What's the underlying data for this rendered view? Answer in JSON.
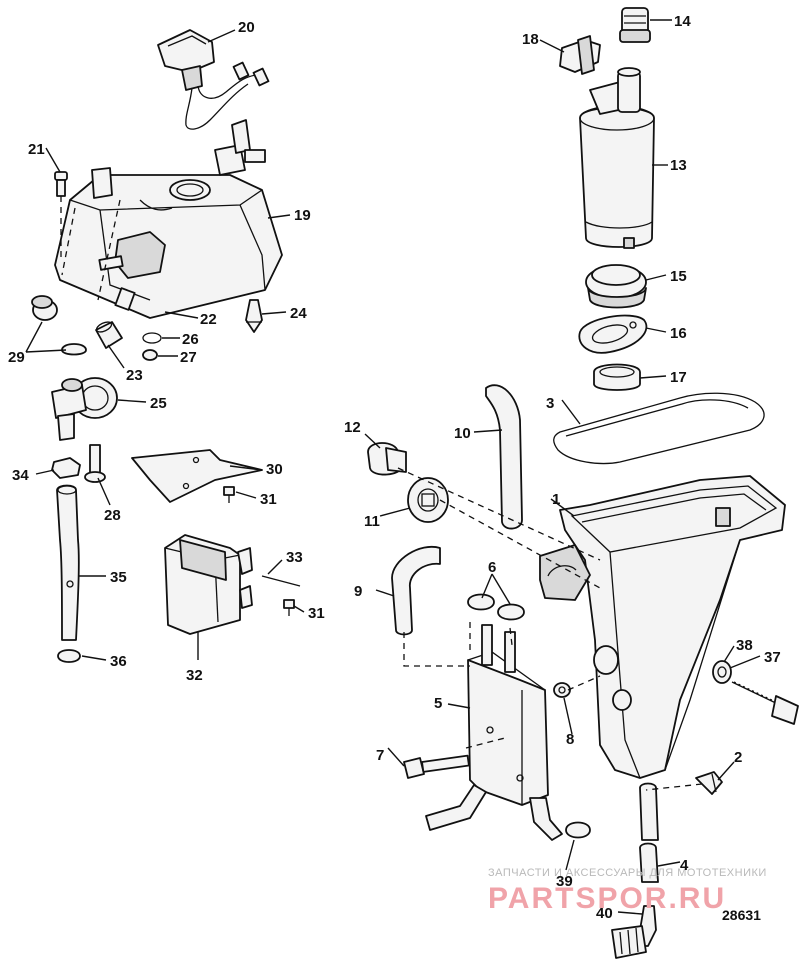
{
  "diagram": {
    "reference_number": "28631",
    "callouts": [
      "1",
      "2",
      "3",
      "4",
      "5",
      "6",
      "7",
      "8",
      "9",
      "10",
      "11",
      "12",
      "13",
      "14",
      "15",
      "16",
      "17",
      "18",
      "19",
      "20",
      "21",
      "22",
      "23",
      "24",
      "25",
      "26",
      "27",
      "28",
      "29",
      "30",
      "31",
      "31",
      "32",
      "33",
      "34",
      "35",
      "36",
      "37",
      "38",
      "39",
      "40"
    ]
  },
  "watermark": {
    "line1": "ЗАПЧАСТИ И АКСЕССУАРЫ ДЛЯ МОТОТЕХНИКИ",
    "logo": "PARTSPOR.RU"
  }
}
